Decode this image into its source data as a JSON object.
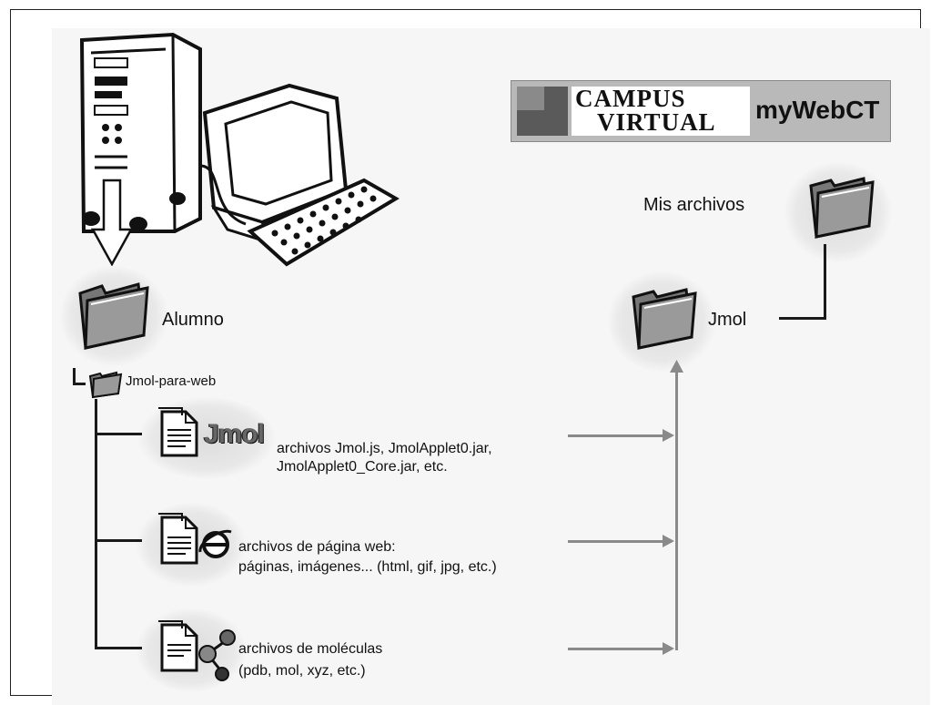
{
  "logo": {
    "line1": "CAMPUS",
    "line2": "VIRTUAL",
    "brand": "myWebCT"
  },
  "nodes": {
    "mis_archivos": "Mis archivos",
    "alumno": "Alumno",
    "jmol_folder": "Jmol",
    "jmol_para_web": "Jmol-para-web"
  },
  "items": [
    {
      "icon_text": "Jmol",
      "line1": "archivos Jmol.js, JmolApplet0.jar,",
      "line2": "JmolApplet0_Core.jar, etc."
    },
    {
      "line1": "archivos de página web:",
      "line2": "páginas, imágenes... (html, gif, jpg, etc.)"
    },
    {
      "line1": "archivos de moléculas",
      "line2": "(pdb, mol, xyz, etc.)"
    }
  ],
  "icons": {
    "computer": "desktop-computer-icon",
    "download_arrow": "arrow-down-icon",
    "folder": "folder-icon",
    "document": "document-icon",
    "browser": "internet-explorer-icon",
    "molecule": "molecule-icon"
  }
}
